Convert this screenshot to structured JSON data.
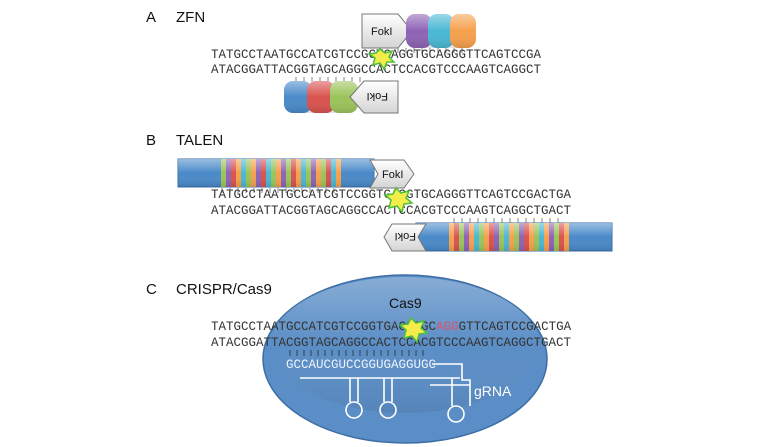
{
  "panels": {
    "a": {
      "letter": "A",
      "title": "ZFN",
      "top_strand": "TATGCCTAATGCCATCGTCCGGTGAGGTGCAGGGTTCAGTCCGA",
      "bottom_strand": "ATACGGATTACGGTAGCAGGCCACTCCACGTCCCAAGTCAGGCT",
      "fokI_top": "FokI",
      "fokI_bottom": "FokI",
      "finger_colors_top": [
        "#8e63b5",
        "#4ab8d4",
        "#f6a04d"
      ],
      "finger_colors_bottom": [
        "#4a8ac9",
        "#d9534f",
        "#9bc45b"
      ]
    },
    "b": {
      "letter": "B",
      "title": "TALEN",
      "top_strand": "TATGCCTAATGCCATCGTCCGGTGAGGTGCAGGGTTCAGTCCGACTGA",
      "bottom_strand": "ATACGGATTACGGTAGCAGGCCACTCCACGTCCCAAGTCAGGCTGACT",
      "fokI_top": "FokI",
      "fokI_bottom": "FokI",
      "repeat_colors": [
        "#9bc45b",
        "#8e63b5",
        "#d9534f",
        "#f6a04d",
        "#4ab8d4"
      ]
    },
    "c": {
      "letter": "C",
      "title": "CRISPR/Cas9",
      "protein_label": "Cas9",
      "top_strand_pre": "TATGCCTAATGCCATCGTCCGGTGAGGTGC",
      "pam": "AGG",
      "top_strand_post": "GTTCAGTCCGACTGA",
      "bottom_strand": "ATACGGATTACGGTAGCAGGCCACTCCACGTCCCAAGTCAGGCTGACT",
      "guide_seq": "GCCAUCGUCCGGUGAGGUGC",
      "guide_label": "gRNA",
      "pam_color": "#e0506a"
    }
  },
  "colors": {
    "binding_domain": "#4a8ac9",
    "cas9_fill": "#5b8ec6",
    "cut_site": "#f3ec4a",
    "cut_site_outline": "#4cbf3a"
  }
}
